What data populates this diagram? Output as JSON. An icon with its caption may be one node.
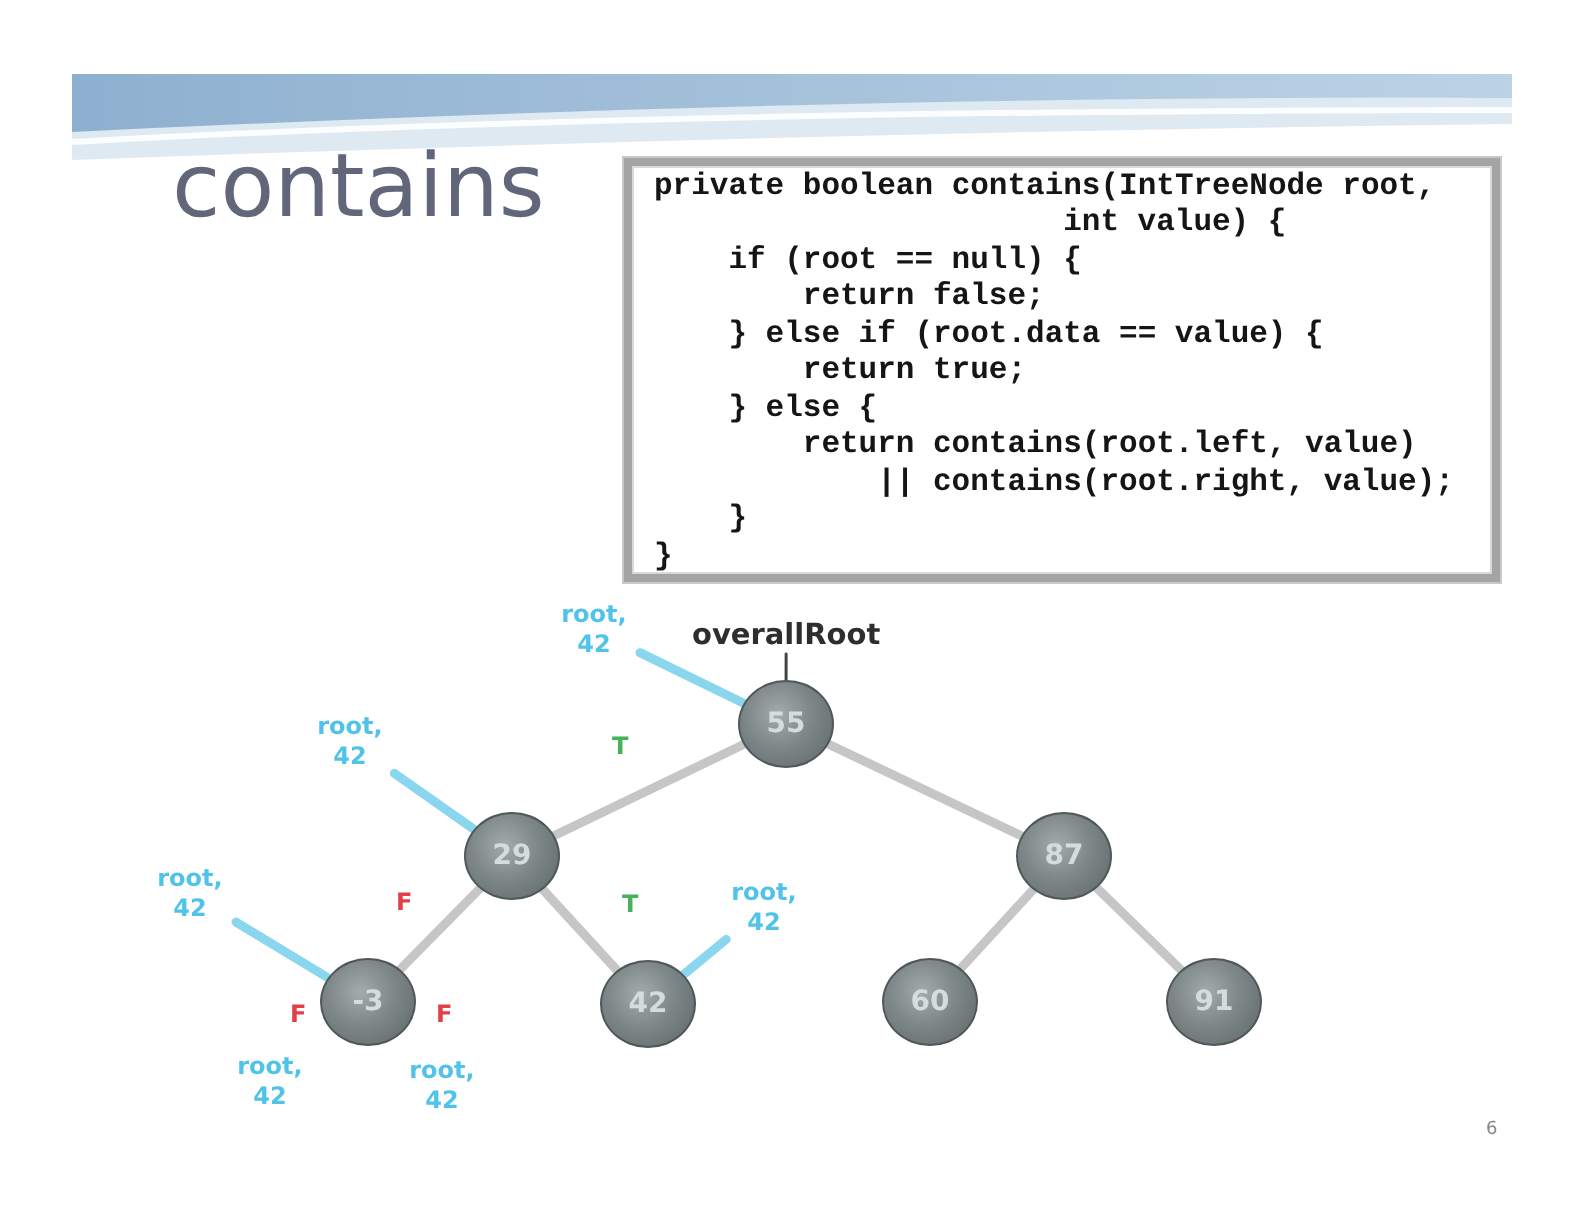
{
  "diagram": {
    "title": "contains",
    "nodes": [
      {
        "text": [
          "private boolean contains(IntTreeNode root,",
          "int value) {",
          "if (root == null) {",
          "return false;",
          "} else if (root.data == value) {",
          "return true;",
          "} else {",
          "return contains(root.left, value)",
          "|| contains(root.right, value);",
          "}",
          "}"
        ]
      },
      {
        "text": [
          "overallRoot"
        ]
      },
      {
        "text": [
          "55"
        ]
      },
      {
        "text": [
          "29"
        ]
      },
      {
        "text": [
          "87"
        ]
      },
      {
        "text": [
          "-3"
        ]
      },
      {
        "text": [
          "42"
        ]
      },
      {
        "text": [
          "60"
        ]
      },
      {
        "text": [
          "91"
        ]
      },
      {
        "text": [
          "root, 42"
        ]
      },
      {
        "text": [
          "root, 42"
        ]
      },
      {
        "text": [
          "root, 42"
        ]
      },
      {
        "text": [
          "root, 42"
        ]
      }
    ],
    "edges": [
      {
        "from": 1,
        "to": 2,
        "arrow": "none",
        "color": "#444444"
      },
      {
        "from": 2,
        "to": 3,
        "arrow": "none",
        "label": "T"
      },
      {
        "from": 2,
        "to": 4,
        "arrow": "none"
      },
      {
        "from": 3,
        "to": 5,
        "arrow": "none",
        "label": "F"
      },
      {
        "from": 3,
        "to": 6,
        "arrow": "none",
        "label": "T"
      },
      {
        "from": 4,
        "to": 7,
        "arrow": "none"
      },
      {
        "from": 4,
        "to": 8,
        "arrow": "none"
      },
      {
        "from": 9,
        "to": 2,
        "arrow": "none",
        "color": "#8ad6ee"
      },
      {
        "from": 10,
        "to": 3,
        "arrow": "none",
        "color": "#8ad6ee"
      },
      {
        "from": 11,
        "to": 5,
        "arrow": "none",
        "color": "#8ad6ee"
      },
      {
        "from": 12,
        "to": 6,
        "arrow": "none",
        "color": "#8ad6ee"
      }
    ],
    "labels": [
      "F",
      "F",
      "root, 42",
      "root, 42",
      "6"
    ]
  }
}
